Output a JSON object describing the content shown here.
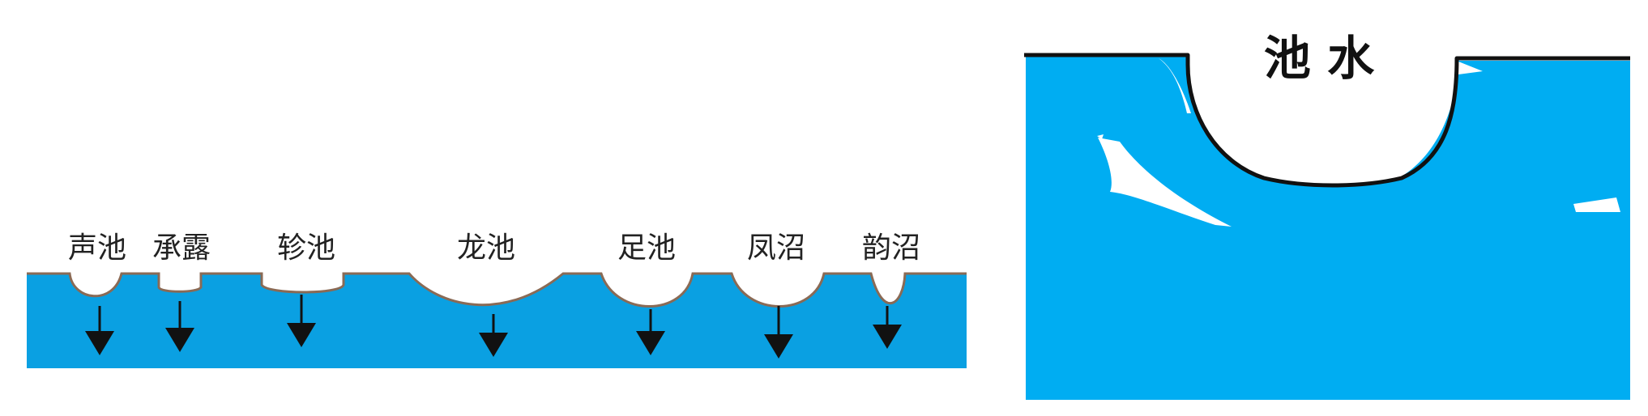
{
  "left_diagram": {
    "colors": {
      "water": "#0aa0e2",
      "surface_line": "#8a6a55",
      "arrow": "#111111",
      "pit_fill": "#ffffff"
    },
    "pits": [
      {
        "id": "shengchi",
        "label": "声池"
      },
      {
        "id": "chenglu",
        "label": "承露"
      },
      {
        "id": "zhenchi",
        "label": "轸池"
      },
      {
        "id": "longchi",
        "label": "龙池"
      },
      {
        "id": "zuchi",
        "label": "足池"
      },
      {
        "id": "fengzhao",
        "label": "凤沼"
      },
      {
        "id": "yunzhao",
        "label": "韵沼"
      }
    ]
  },
  "right_diagram": {
    "colors": {
      "water": "#00adf2",
      "outline": "#111111"
    },
    "label": "池 水"
  }
}
